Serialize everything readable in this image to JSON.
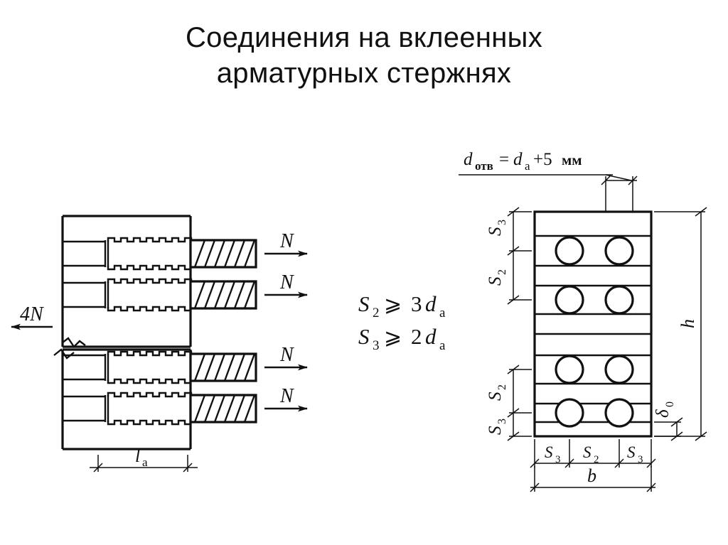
{
  "title": {
    "line1": "Соединения на вклеенных",
    "line2": "арматурных стержнях"
  },
  "left_figure": {
    "name": "side-view-glued-rebar-joint",
    "force_labels": [
      "N",
      "N",
      "N",
      "N"
    ],
    "reaction_label": "4N",
    "length_dimension": {
      "symbol": "l",
      "subscript": "a"
    },
    "rebar_count": 4,
    "break_symbol": "zigzag-break"
  },
  "formulas": {
    "line1": {
      "left_symbol": "S",
      "left_subscript": "2",
      "relation": "⩾",
      "coefficient": "3",
      "right_symbol": "d",
      "right_subscript": "a",
      "full": "S2 ⩾ 3da"
    },
    "line2": {
      "left_symbol": "S",
      "left_subscript": "3",
      "relation": "⩾",
      "coefficient": "2",
      "right_symbol": "d",
      "right_subscript": "a",
      "full": "S3 ⩾ 2da"
    }
  },
  "right_figure": {
    "name": "cross-section-hole-layout",
    "hole_formula": {
      "symbol": "d",
      "subscript": "отв",
      "equals": "=",
      "rhs_symbol": "d",
      "rhs_subscript": "a",
      "plus": "+5",
      "units": "мм",
      "full": "dотв = da + 5 мм"
    },
    "rows": 4,
    "columns": 2,
    "vertical_dims": [
      {
        "symbol": "S",
        "subscript": "3",
        "position": "top-edge"
      },
      {
        "symbol": "S",
        "subscript": "2",
        "position": "upper-pair"
      },
      {
        "symbol": "S",
        "subscript": "2",
        "position": "lower-pair"
      },
      {
        "symbol": "S",
        "subscript": "3",
        "position": "bottom-edge"
      }
    ],
    "horizontal_dims": [
      {
        "symbol": "S",
        "subscript": "3"
      },
      {
        "symbol": "S",
        "subscript": "2"
      },
      {
        "symbol": "S",
        "subscript": "3"
      }
    ],
    "width_dimension": {
      "symbol": "b",
      "subscript": ""
    },
    "height_dimension": {
      "symbol": "h",
      "subscript": ""
    },
    "lamina_dimension": {
      "symbol": "δ",
      "subscript": "0"
    }
  }
}
